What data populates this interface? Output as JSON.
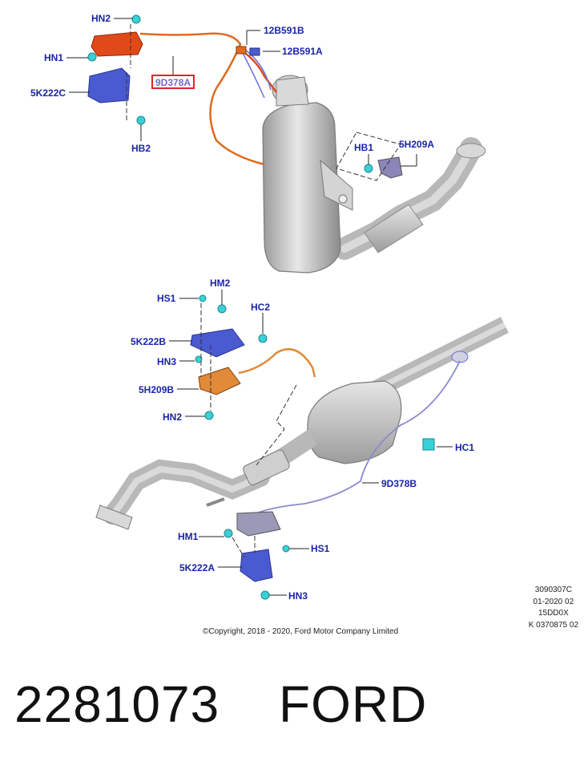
{
  "labels": {
    "hn2_top": "HN2",
    "hn1": "HN1",
    "k5222c": "5K222C",
    "hb2": "HB2",
    "d9378a_top": "9D378A",
    "b12591b": "12B591B",
    "b12591a": "12B591A",
    "hb1": "HB1",
    "h5209a": "5H209A",
    "hs1_mid": "HS1",
    "hm2": "HM2",
    "hc2": "HC2",
    "k5222b": "5K222B",
    "hn3_mid": "HN3",
    "h5209b": "5H209B",
    "hn2_mid": "HN2",
    "hc1": "HC1",
    "d9378b": "9D378B",
    "hm1": "HM1",
    "hs1_bot": "HS1",
    "k5222a": "5K222A",
    "hn3_bot": "HN3"
  },
  "illustration_meta": {
    "line1": "3090307C",
    "line2": "01-2020 02",
    "line3": "15DD0X",
    "line4": "K 0370875 02"
  },
  "copyright": "©Copyright, 2018 - 2020, Ford Motor Company Limited",
  "part_number": "2281073",
  "brand": "FORD",
  "colors": {
    "label": "#1a24a8",
    "highlight_box": "#e0242c",
    "sensor_orange": "#e06a20",
    "bracket_blue": "#4a5ad0",
    "clip_cyan": "#3ad0d8"
  }
}
